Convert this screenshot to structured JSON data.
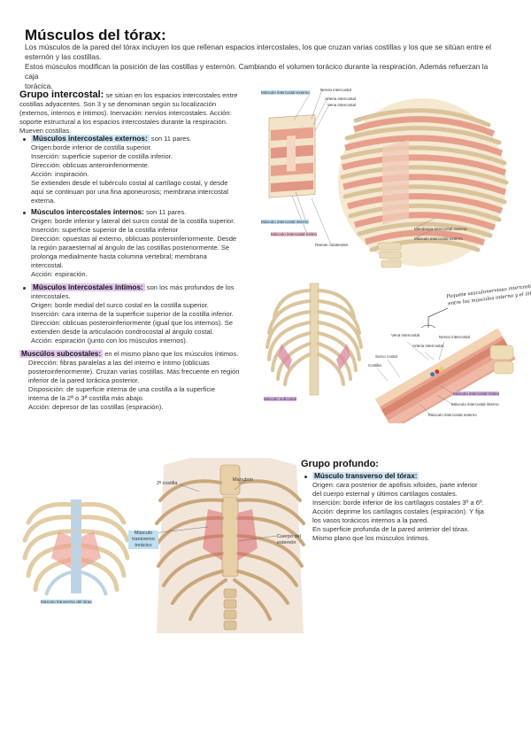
{
  "title": "Músculos del tórax:",
  "intro": [
    "Los músculos de la pared del tórax incluyen los que rellenan espacios intercostales, los que cruzan varias costillas y los que se sitúan entre el",
    "esternón y las costillas.",
    "Estos músculos modifican la posición de las costillas y esternón. Cambiando el volumen torácico durante la respiración. Además refuerzan la caja",
    "torácica."
  ],
  "intercostal": {
    "heading": "Grupo intercostal:",
    "lines": [
      " se sitúan en los espacios intercostales entre",
      "costillas adyacentes. Son 3 y se denominan según su localización",
      "(externos, internos e íntimos). Inervación: nervios intercostales. Acción:",
      "soporte estructural a los espacios intercostales durante la respiración.",
      "Mueven costillas."
    ],
    "externos": {
      "name": "Músculos  intercostales externos:",
      "lines": [
        " son 11 pares.",
        "Origen:borde inferior de costilla superior.",
        "Inserción: superficie superior de costilla inferior.",
        "Dirección: oblicuas anteroinferiormente.",
        "Acción: inspiración.",
        "Se extienden desde el tubérculo costal al cartílago costal, y desde",
        "aquí se continuan por una fina aponeurosis; membrana intercostal",
        "externa."
      ]
    },
    "internos": {
      "name": "Músculos intercostales internos:",
      "lines": [
        " son 11 pares.",
        "Origen: borde inferior y lateral del surco costal de la costilla superior.",
        "Inserción: superficie superior de la costilla inferior",
        "Dirección: opuestas al externo, oblicuas posteroinferiormente. Desde",
        "la región paraesternal al ángulo de las costillas posteriormente. Se",
        "prolonga medialmente hasta columna vertebral; membrana",
        "intercostal.",
        "Acción: espiración."
      ]
    },
    "intimos": {
      "name": "Músculos intercostales íntimos:",
      "lines": [
        " son los más profundos de los",
        "intercostales.",
        "Origen: borde medial del surco costal en la costilla superior.",
        "Inserción: cara interna de la superficie superior de la costilla inferior.",
        "Dirección: oblicuas posteroinferiormente (igual que los internos). Se",
        "extienden desde la articulación condrocostal al ángulo costal.",
        "Acción: espiración (junto con los músculos internos)."
      ]
    },
    "subcostales": {
      "name": "Muscúlos subcostales:",
      "lines": [
        " en el mismo plano que los músculos íntimos.",
        "Dirección: fibras paralelas a las del interno e íntimo (oblicuas",
        "posteroinferiormente). Cruzan varias costillas. Más frecuente en región",
        "inferior de la pared torácica posterior.",
        "Disposición: de superficie interna de una costilla a la superficie",
        "interna de la 2ª o 3ª costilla más abajo.",
        "Acción: depresor de las costillas (espiración)."
      ]
    }
  },
  "profundo": {
    "heading": "Grupo profundo:",
    "name": "Músculo transverso del tórax:",
    "lines": [
      "Origen: cara posterior de apófisis xifoides, parte inferior",
      "del cuerpo esternal y últimos cartílagos costales.",
      "Inserción: borde inferior de los cartílagos costales 3º a 6º.",
      "Acción: deprime los cartílagos costales (espiración). Y fija",
      "los vasos torácicos internos a la pared.",
      "En superficie profunda de la pared anterior del tórax.",
      "Mismo plano que los músculos íntimos."
    ]
  },
  "fig1": {
    "labels": {
      "ext": "Músculo intercostal externo",
      "nervio": "Nervio intercostal",
      "arteria": "Arteria intercostal",
      "vena": "Vena intercostal",
      "interno": "Músculo intercostal interno",
      "intimo": "Músculo intercostal íntimo",
      "ramas": "Ramas colaterales",
      "memb": "Membrana intercostal externa",
      "ext2": "Músculo intercostal externo"
    }
  },
  "fig2": {
    "label": "Músculo subcostal"
  },
  "fig3": {
    "labels": {
      "vena": "Vena intercostal",
      "nervio": "Nervio intercostal",
      "arteria": "Arteria intercostal",
      "surco": "Surco costal",
      "costilla": "Costilla",
      "intimo": "Músculo intercostal íntimo",
      "interno": "Músculo intercostal interno",
      "externo": "Músculo intercostal externo"
    },
    "note": "Paquete vasculonervioso intercostal -",
    "note2": "entre los músculos interno y el íntimo"
  },
  "fig4": {
    "label": "Músculo transverso del tórax"
  },
  "fig5": {
    "labels": {
      "costilla2": "2ª costilla",
      "manubrio": "Manubrio",
      "transverso": "Músculo transverso torácico",
      "cuerpo": "Cuerpo del esternón"
    }
  },
  "colors": {
    "bone": "#e8d9b8",
    "muscle": "#e8a08e",
    "cartilage": "#bcd3e6",
    "highlight_blue": "#cfe6f5",
    "highlight_purple": "#e3c7ef"
  }
}
